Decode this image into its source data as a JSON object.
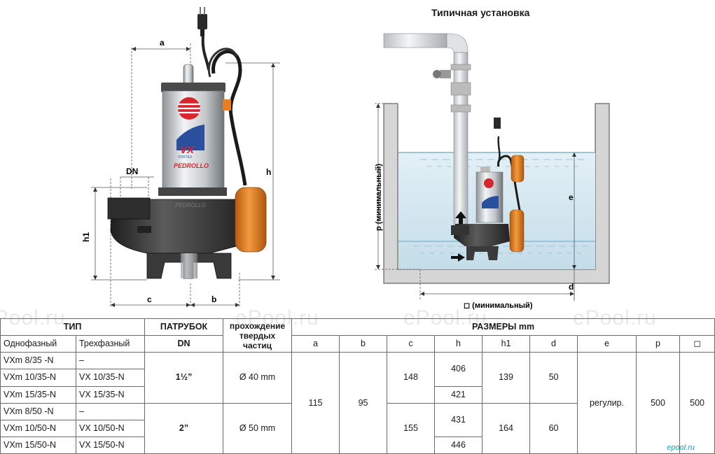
{
  "install_title": "Типичная установка",
  "watermark_text": "ePool.ru",
  "brand_badge": "epool.ru",
  "pump_labels": {
    "brand": "PEDROLLO",
    "model": "VX",
    "series": "VORTEX"
  },
  "dim_labels": {
    "a": "a",
    "b": "b",
    "c": "c",
    "h": "h",
    "h1": "h1",
    "dn": "DN",
    "p_min": "p (минимальный)",
    "e": "e",
    "d": "d",
    "square_min": "◻ (минимальный)"
  },
  "table": {
    "h_type": "ТИП",
    "h_outlet": "ПАТРУБОК",
    "h_outlet_sub": "DN",
    "h_solids": "прохождение твердых частиц",
    "h_dims": "РАЗМЕРЫ mm",
    "h_single": "Однофазный",
    "h_three": "Трехфазный",
    "cols": [
      "a",
      "b",
      "c",
      "h",
      "h1",
      "d",
      "e",
      "p",
      "◻"
    ],
    "rows": [
      {
        "single": "VXm 8/35  -N",
        "three": "–"
      },
      {
        "single": "VXm 10/35-N",
        "three": "VX 10/35-N"
      },
      {
        "single": "VXm 15/35-N",
        "three": "VX 15/35-N"
      },
      {
        "single": "VXm 8/50  -N",
        "three": "–"
      },
      {
        "single": "VXm 10/50-N",
        "three": "VX 10/50-N"
      },
      {
        "single": "VXm 15/50-N",
        "three": "VX 15/50-N"
      }
    ],
    "group1": {
      "dn": "1½”",
      "solids": "Ø 40 mm",
      "c": "148",
      "h_a": "406",
      "h_b": "421",
      "h1": "139",
      "d": "50"
    },
    "group2": {
      "dn": "2”",
      "solids": "Ø 50 mm",
      "c": "155",
      "h_a": "431",
      "h_b": "446",
      "h1": "164",
      "d": "60"
    },
    "common": {
      "a": "115",
      "b": "95",
      "e": "регулир.",
      "p": "500",
      "sq": "500"
    }
  },
  "colors": {
    "water": "#cfe5f0",
    "pipe": "#d9dde0",
    "float": "#e87e22",
    "pump_body": "#3a3a3a",
    "pump_steel": "#c9cdd0",
    "logo_red": "#d8262e",
    "logo_blue": "#2a4f9c"
  }
}
